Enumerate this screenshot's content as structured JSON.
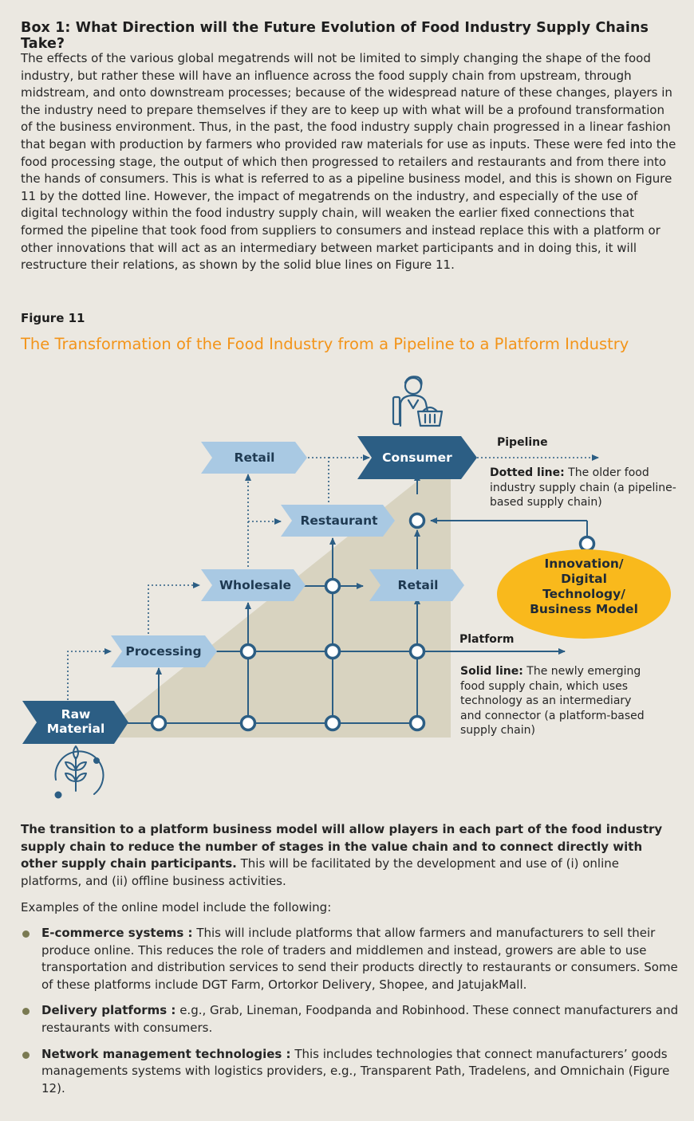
{
  "box": {
    "title": "Box 1: What Direction will the Future Evolution of Food Industry Supply Chains Take?",
    "intro": "The effects of the various global megatrends will not be limited to simply changing the shape of the food industry, but rather these will have an influence across the food supply chain from upstream, through midstream, and onto downstream processes; because of the widespread nature of these changes, players in the industry need to prepare themselves if they are to keep up with what will be a profound transformation of the business environment. Thus, in the past, the food industry supply chain progressed in a linear fashion that began with production by farmers who provided raw materials for use as inputs. These were fed into the food processing stage, the output of which then progressed to retailers and restaurants and from there into the hands of consumers. This is what is referred to as a pipeline business model, and this is shown on Figure 11 by the dotted line. However, the impact of megatrends on the industry, and especially of the use of digital technology within the food industry supply chain, will weaken the earlier fixed connections that formed the pipeline that took food from suppliers to consumers and instead replace this with a platform or other innovations that will act as an intermediary between market participants and in doing this, it will restructure their relations, as shown by the solid blue lines on Figure 11."
  },
  "figure": {
    "label": "Figure 11",
    "title": "The Transformation of the Food Industry from a Pipeline to a Platform Industry",
    "nodes": {
      "raw_material_line1": "Raw",
      "raw_material_line2": "Material",
      "processing": "Processing",
      "wholesale": "Wholesale",
      "restaurant": "Restaurant",
      "retail_top": "Retail",
      "retail_mid": "Retail",
      "consumer": "Consumer"
    },
    "innovation_lines": [
      "Innovation/",
      "Digital",
      "Technology/",
      "Business Model"
    ],
    "pipeline_label": "Pipeline",
    "platform_label": "Platform",
    "dotted_desc_bold": "Dotted line:",
    "dotted_desc": " The older food industry supply chain (a pipeline-based supply chain)",
    "solid_desc_bold": "Solid line:",
    "solid_desc": " The newly emerging food supply chain, which uses technology as an intermediary and connector (a platform-based supply chain)",
    "icons": [
      "shopper-icon",
      "wheat-icon"
    ],
    "colors": {
      "dark_blue": "#2c5e84",
      "light_blue": "#a9c9e3",
      "yellow": "#f9b91c",
      "triangle": "#d8d3c0",
      "orange_title": "#f39419"
    }
  },
  "text": {
    "p1_bold": "The transition to a platform business model will allow players in each part of the food industry supply chain to reduce the number of stages in the value chain and to connect directly with other supply chain participants.",
    "p1_rest": " This will be facilitated by the development and use of (i) online platforms, and (ii) offline business activities.",
    "p2": "Examples of the online model include the following:",
    "bullets": [
      {
        "term": "E-commerce systems :",
        "text": " This will include platforms that allow farmers and manufacturers to sell their produce online. This reduces the role of traders and middlemen and instead, growers are able to use transportation and distribution services to send their products directly to restaurants or consumers. Some of these platforms include DGT Farm, Ortorkor Delivery, Shopee, and JatujakMall."
      },
      {
        "term": "Delivery platforms :",
        "text": " e.g., Grab, Lineman, Foodpanda and Robinhood. These connect manufacturers and restaurants with consumers."
      },
      {
        "term": "Network management technologies :",
        "text": " This includes technologies that connect manufacturers’ goods managements systems with logistics providers, e.g., Transparent Path, Tradelens, and Omnichain (Figure 12)."
      }
    ]
  }
}
